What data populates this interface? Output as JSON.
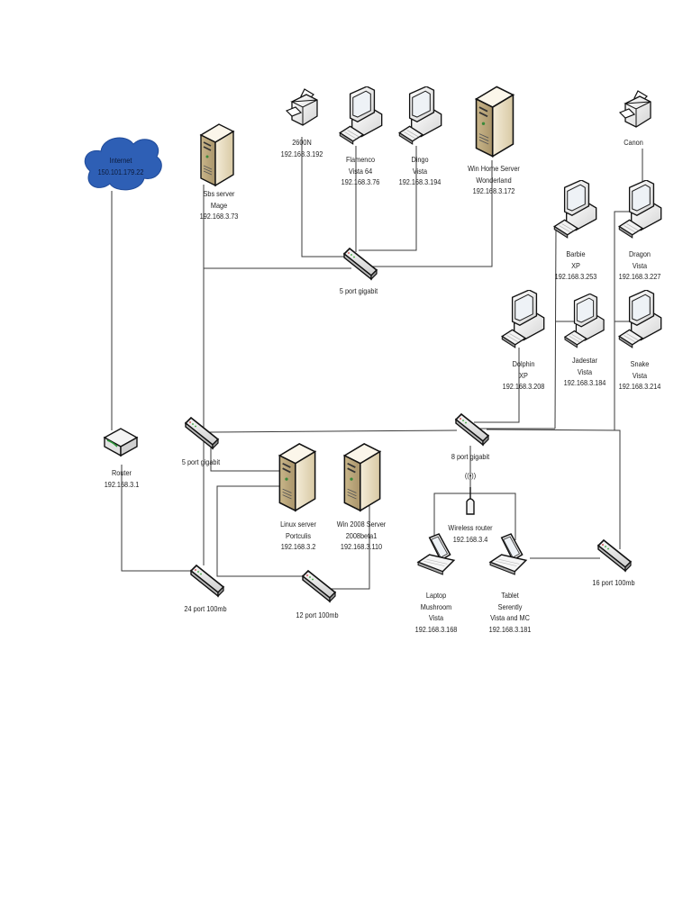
{
  "title": "Home network diagram",
  "nodes": {
    "internet": {
      "type": "cloud",
      "lines": [
        "Internet",
        "150.101.179.22"
      ]
    },
    "router": {
      "type": "router",
      "lines": [
        "Router",
        "192.168.3.1"
      ]
    },
    "sbs": {
      "type": "server",
      "lines": [
        "Sbs server",
        "Mage",
        "192.168.3.73"
      ]
    },
    "printer_2600n": {
      "type": "printer",
      "lines": [
        "2600N",
        "192.168.3.192"
      ]
    },
    "flamenco": {
      "type": "workstation",
      "lines": [
        "Flamenco",
        "Vista 64",
        "192.168.3.76"
      ]
    },
    "dingo": {
      "type": "workstation",
      "lines": [
        "Dingo",
        "Vista",
        "192.168.3.194"
      ]
    },
    "whs": {
      "type": "server",
      "lines": [
        "Win Home Server",
        "Wonderland",
        "192.168.3.172"
      ]
    },
    "canon": {
      "type": "printer",
      "lines": [
        "Canon"
      ]
    },
    "barbie": {
      "type": "workstation",
      "lines": [
        "Barbie",
        "XP",
        "192.168.3.253"
      ]
    },
    "dragon": {
      "type": "workstation",
      "lines": [
        "Dragon",
        "Vista",
        "192.168.3.227"
      ]
    },
    "dolphin": {
      "type": "workstation",
      "lines": [
        "Dolphin",
        "XP",
        "192.168.3.208"
      ]
    },
    "jadestar": {
      "type": "workstation",
      "lines": [
        "Jadestar",
        "Vista",
        "192.168.3.184"
      ]
    },
    "snake": {
      "type": "workstation",
      "lines": [
        "Snake",
        "Vista",
        "192.168.3.214"
      ]
    },
    "switch_5a": {
      "type": "switch",
      "lines": [
        "5 port gigabit"
      ]
    },
    "switch_5b": {
      "type": "switch",
      "lines": [
        "5 port gigabit"
      ]
    },
    "switch_8": {
      "type": "switch",
      "lines": [
        "8 port gigabit"
      ]
    },
    "linux": {
      "type": "server",
      "lines": [
        "Linux server",
        "Portculis",
        "192.168.3.2"
      ]
    },
    "win2008": {
      "type": "server",
      "lines": [
        "Win 2008 Server",
        "2008beta1",
        "192.168.3.110"
      ]
    },
    "wireless": {
      "type": "wireless-router",
      "lines": [
        "Wireless router",
        "192.168.3.4"
      ],
      "signal": "((•))"
    },
    "laptop": {
      "type": "laptop",
      "lines": [
        "Laptop",
        "Mushroom",
        "Vista",
        "192.168.3.168"
      ]
    },
    "tablet": {
      "type": "laptop",
      "lines": [
        "Tablet",
        "Serently",
        "Vista and MC",
        "192.168.3.181"
      ]
    },
    "switch_24": {
      "type": "switch",
      "lines": [
        "24 port 100mb"
      ]
    },
    "switch_12": {
      "type": "switch",
      "lines": [
        "12 port 100mb"
      ]
    },
    "switch_16": {
      "type": "switch",
      "lines": [
        "16 port 100mb"
      ]
    }
  },
  "colors": {
    "cloud": "#2e5fb5",
    "server_body": "#e8dcc0",
    "line": "#333333"
  }
}
